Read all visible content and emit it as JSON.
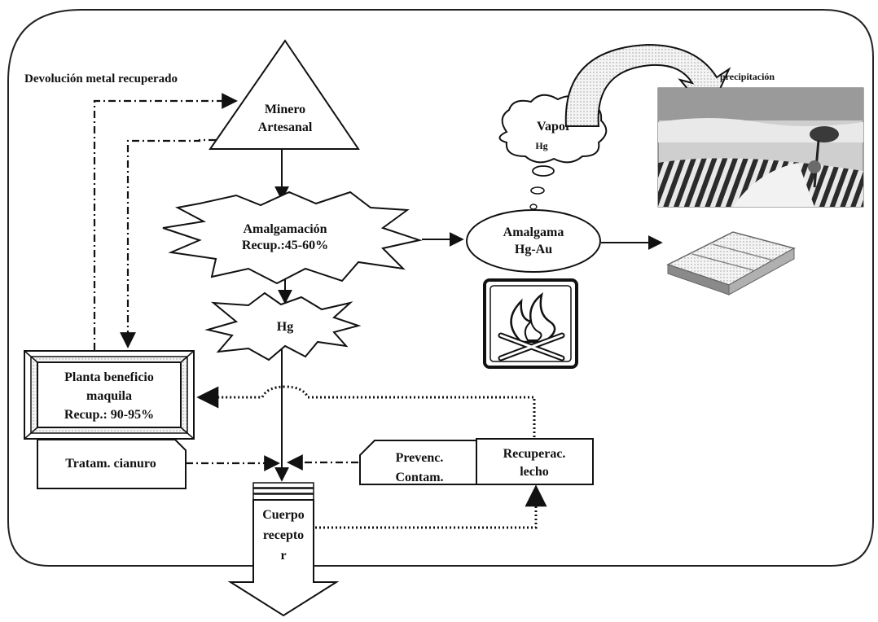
{
  "labels": {
    "devolucion": "Devolución metal recuperado",
    "minero_line1": "Minero",
    "minero_line2": "Artesanal",
    "amalgamacion_line1": "Amalgamación",
    "amalgamacion_line2": "Recup.:45-60%",
    "hg": "Hg",
    "amalgama_line1": "Amalgama",
    "amalgama_line2": "Hg-Au",
    "vapor_line1": "Vapor",
    "vapor_line2": "Hg",
    "precipitacion": "precipitación",
    "planta_line1": "Planta beneficio",
    "planta_line2": "maquila",
    "planta_line3": "Recup.: 90-95%",
    "tratam": "Tratam. cianuro",
    "prevenc_line1": "Prevenc.",
    "prevenc_line2": "Contam.",
    "recuperac_line1": "Recuperac.",
    "recuperac_line2": "lecho",
    "cuerpo_line1": "Cuerpo",
    "cuerpo_line2": "recepto",
    "cuerpo_line3": "r"
  }
}
